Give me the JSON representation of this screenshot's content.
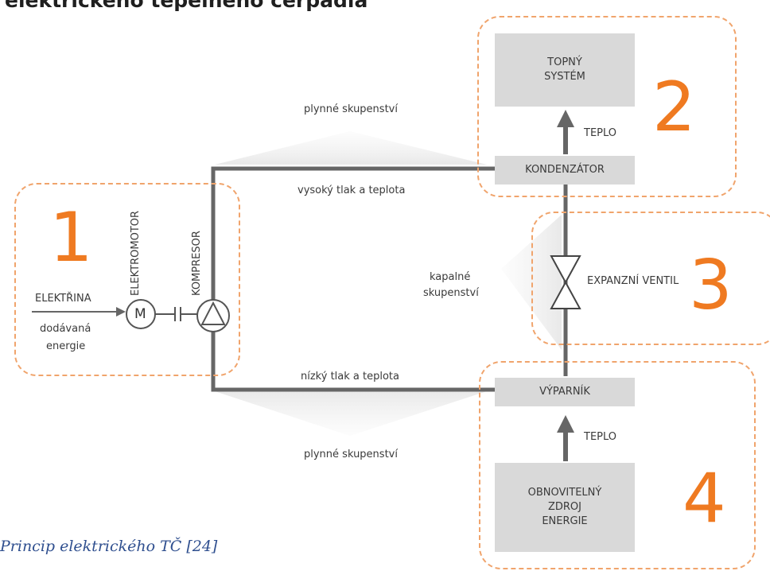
{
  "title": "elektrického tepelného čerpadla",
  "caption": "Princip elektrického TČ [24]",
  "colors": {
    "accent": "#ef7a21",
    "pipe": "#666666",
    "box": "#d9d9d9",
    "dashed_border": "#f0a46c"
  },
  "zones": [
    "1",
    "2",
    "3",
    "4"
  ],
  "labels": {
    "elektrina": "ELEKTŘINA",
    "dodavana_line1": "dodávaná",
    "dodavana_line2": "energie",
    "motor_symbol": "M",
    "elektromotor": "ELEKTROMOTOR",
    "kompresor": "KOMPRESOR",
    "plynne_top": "plynné skupenství",
    "plynne_bottom": "plynné skupenství",
    "vysoky": "vysoký tlak a teplota",
    "nizky": "nízký tlak a teplota",
    "kapalne_line1": "kapalné",
    "kapalne_line2": "skupenství",
    "teplo_top": "TEPLO",
    "teplo_bottom": "TEPLO",
    "expanzni": "EXPANZNÍ VENTIL"
  },
  "boxes": {
    "topny_line1": "TOPNÝ",
    "topny_line2": "SYSTÉM",
    "kondenzator": "KONDENZÁTOR",
    "vyparnik": "VÝPARNÍK",
    "obnov_line1": "OBNOVITELNÝ",
    "obnov_line2": "ZDROJ",
    "obnov_line3": "ENERGIE"
  }
}
